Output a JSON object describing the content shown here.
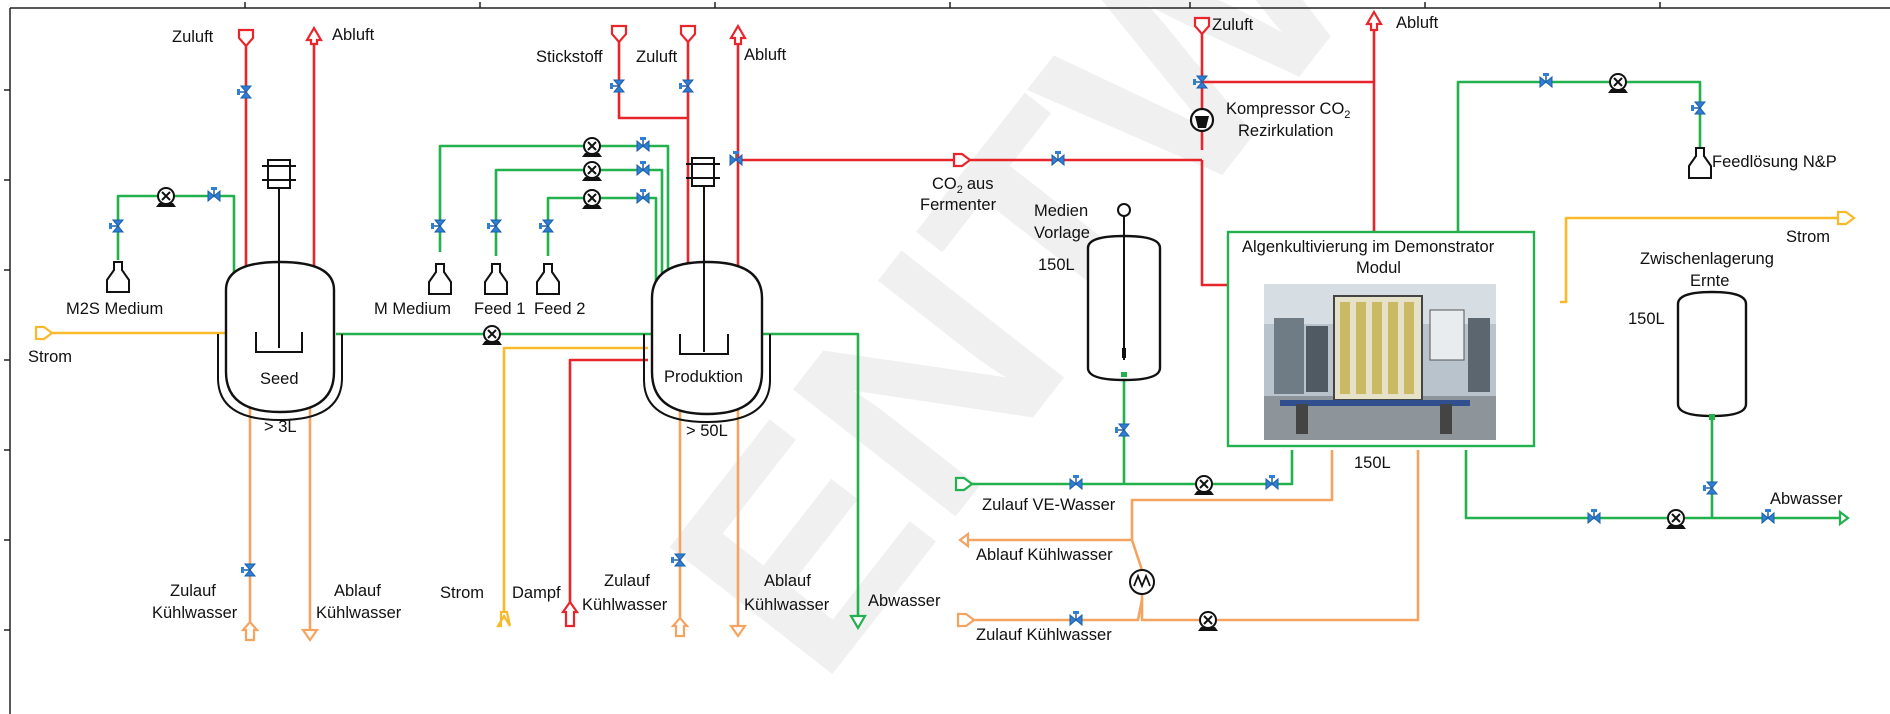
{
  "colors": {
    "air_supply": "#e8252a",
    "exhaust": "#e8252a",
    "medium": "#22b14c",
    "power": "#f9b92a",
    "cooling_water": "#f4a460",
    "valve": "#2f7fd6",
    "frame": "#222222"
  },
  "labels": {
    "zuluft_1": "Zuluft",
    "abluft_1": "Abluft",
    "stickstoff": "Stickstoff",
    "zuluft_2": "Zuluft",
    "abluft_2": "Abluft",
    "zuluft_3": "Zuluft",
    "abluft_3": "Abluft",
    "kompressor_1": "Kompressor CO",
    "kompressor_2": "Rezirkulation",
    "feedloesung": "Feedlösung N&P",
    "co2_aus_1": "CO",
    "co2_aus_1b": "aus",
    "co2_aus_2": "Fermenter",
    "medien_vorlage_1": "Medien",
    "medien_vorlage_2": "Vorlage",
    "medien_volume": "150L",
    "algen_title_1": "Algenkultivierung im Demonstrator",
    "algen_title_2": "Modul",
    "algen_volume": "150L",
    "strom_right": "Strom",
    "zwischen_1": "Zwischenlagerung",
    "zwischen_2": "Ernte",
    "zwischen_volume": "150L",
    "m2s_medium": "M2S Medium",
    "strom_left": "Strom",
    "seed": "Seed",
    "seed_volume": "> 3L",
    "m_medium": "M Medium",
    "feed1": "Feed 1",
    "feed2": "Feed 2",
    "produktion": "Produktion",
    "produktion_volume": "> 50L",
    "zulauf_vewasser": "Zulauf VE-Wasser",
    "abwasser_right": "Abwasser",
    "ablauf_kw_right": "Ablauf Kühlwasser",
    "zulauf_kw_right": "Zulauf Kühlwasser",
    "zulauf_kw_1a": "Zulauf",
    "zulauf_kw_1b": "Kühlwasser",
    "ablauf_kw_1a": "Ablauf",
    "ablauf_kw_1b": "Kühlwasser",
    "strom_bottom": "Strom",
    "dampf": "Dampf",
    "zulauf_kw_2a": "Zulauf",
    "zulauf_kw_2b": "Kühlwasser",
    "ablauf_kw_2a": "Ablauf",
    "ablauf_kw_2b": "Kühlwasser",
    "abwasser_mid": "Abwasser",
    "co2_sub": "2",
    "watermark": "ENTWURF"
  },
  "icons": [
    "valve-icon",
    "pump-icon",
    "compressor-icon",
    "heat-exchanger-icon",
    "inlet-arrow-icon",
    "outlet-arrow-icon",
    "stirrer-motor-icon",
    "bottle-icon",
    "photo-demonstrator"
  ]
}
